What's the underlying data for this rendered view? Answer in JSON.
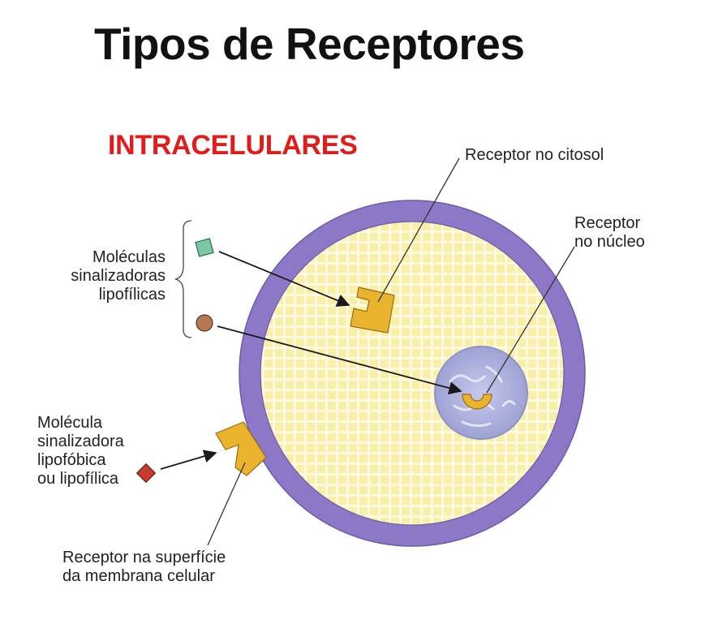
{
  "title": "Tipos de Receptores",
  "subtitle": "INTRACELULARES",
  "labels": {
    "cytosol_receptor": "Receptor no citosol",
    "nucleus_receptor": [
      "Receptor",
      "no núcleo"
    ],
    "lipophilic_molecules": [
      "Moléculas",
      "sinalizadoras",
      "lipofílicas"
    ],
    "lipophobic_molecule": [
      "Molécula",
      "sinalizadora",
      "lipofóbica",
      "ou lipofílica"
    ],
    "surface_receptor": [
      "Receptor na superfície",
      "da membrana celular"
    ]
  },
  "colors": {
    "title": "#111111",
    "subtitle": "#e21b1b",
    "membrane": "#8c78c6",
    "cytoplasm": "#fffbe0",
    "cytoplasm_dots": "#f2e16a",
    "nucleus": "#a9acd6",
    "receptor": "#eab32e",
    "molecule_square": "#7cc7a4",
    "molecule_circle": "#b57854",
    "molecule_lipophobic": "#c63c2a"
  }
}
